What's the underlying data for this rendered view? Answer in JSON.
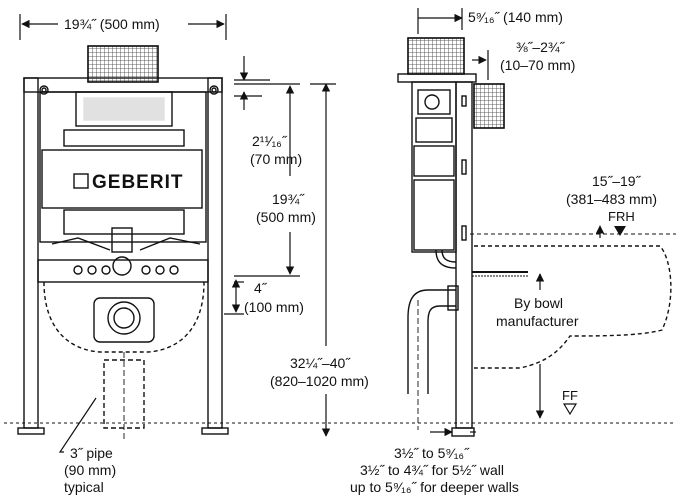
{
  "front_view": {
    "width_dim": "19¾˝ (500 mm)",
    "top_offset_in": "2¹¹⁄₁₆˝",
    "top_offset_mm": "(70 mm)",
    "mid_height_in": "19¾˝",
    "mid_height_mm": "(500 mm)",
    "drain_height_in": "4˝",
    "drain_height_mm": "(100 mm)",
    "total_height_in": "32¼˝–40˝",
    "total_height_mm": "(820–1020 mm)",
    "brand_logo": "GEBERIT",
    "pipe_note_1": "3˝ pipe",
    "pipe_note_2": "(90 mm)",
    "pipe_note_3": "typical"
  },
  "side_view": {
    "top_depth": "5⁹⁄₁₆˝ (140 mm)",
    "flush_plate_in": "⅜˝–2¾˝",
    "flush_plate_mm": "(10–70 mm)",
    "bowl_height_in": "15˝–19˝",
    "bowl_height_mm": "(381–483 mm)",
    "frh_label": "FRH",
    "bowl_note_1": "By bowl",
    "bowl_note_2": "manufacturer",
    "ff_label": "FF",
    "depth_line_1": "3½˝ to 5⁹⁄₁₆˝",
    "depth_line_2": "3½˝ to 4¾˝ for 5½˝ wall",
    "depth_line_3": "up to 5⁹⁄₁₆˝ for deeper walls"
  },
  "colors": {
    "ink": "#111111",
    "grid": "#333333",
    "wall_fill": "#e6e6e6"
  }
}
